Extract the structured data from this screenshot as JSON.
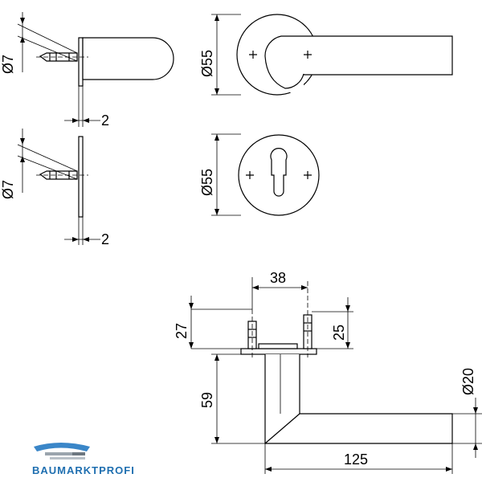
{
  "dimensions": {
    "rosette_pin_diameter": "Ø7",
    "rosette_plate_thickness": "2",
    "escutcheon_pin_diameter": "Ø7",
    "escutcheon_plate_thickness": "2",
    "rosette_diameter": "Ø55",
    "escutcheon_diameter": "Ø55",
    "pin_spacing": "38",
    "pin_height_left": "27",
    "pin_height_right": "25",
    "handle_height": "59",
    "handle_length": "125",
    "handle_diameter": "Ø20"
  },
  "brand": {
    "name": "BAUMARKTPROFI",
    "color_primary": "#1f6fb0",
    "color_text": "#1f6fb0"
  }
}
